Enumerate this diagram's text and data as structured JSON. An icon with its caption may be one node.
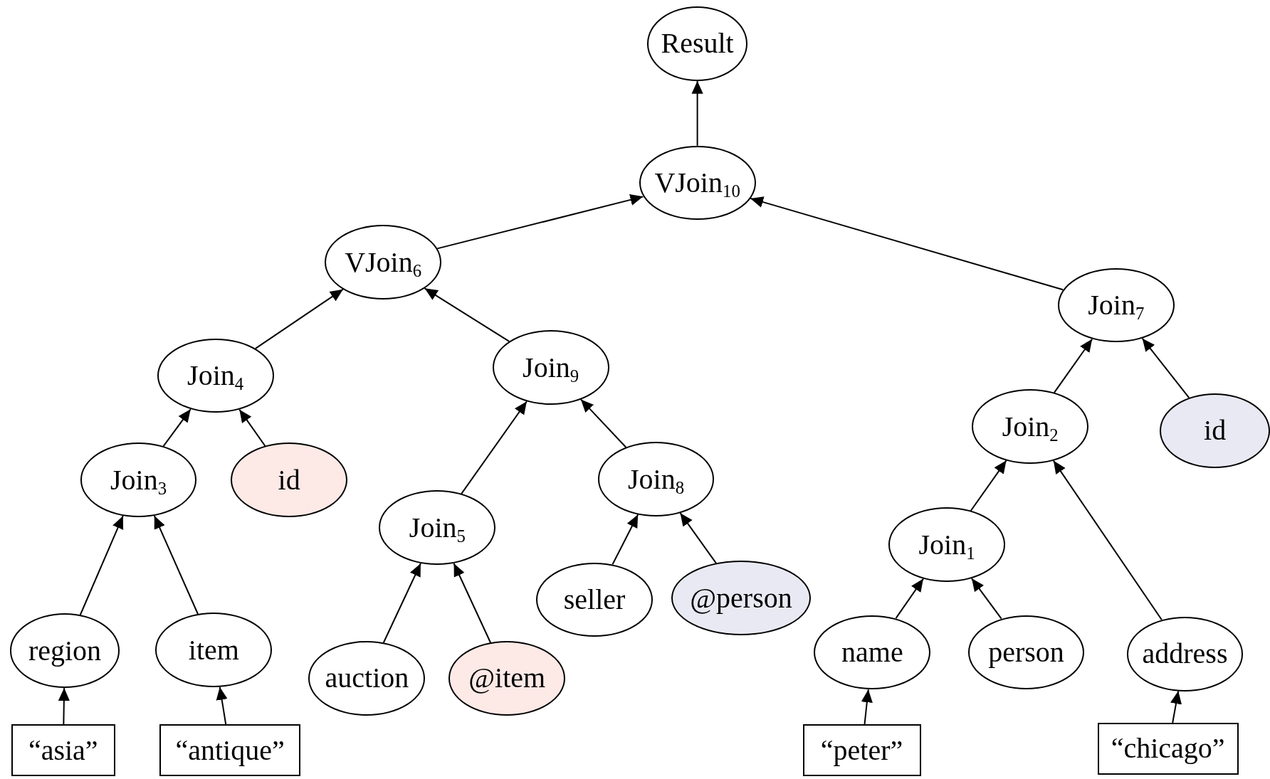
{
  "diagram": {
    "nodes": [
      {
        "text": [
          "Result"
        ]
      },
      {
        "text": [
          "VJoin$_{10}$"
        ]
      },
      {
        "text": [
          "VJoin$_{6}$"
        ]
      },
      {
        "text": [
          "Join$_{7}$"
        ]
      },
      {
        "text": [
          "Join$_{4}$"
        ]
      },
      {
        "text": [
          "Join$_{9}$"
        ]
      },
      {
        "text": [
          "Join$_{3}$"
        ]
      },
      {
        "text": [
          "id"
        ]
      },
      {
        "text": [
          "Join$_{5}$"
        ]
      },
      {
        "text": [
          "Join$_{8}$"
        ]
      },
      {
        "text": [
          "Join$_{2}$"
        ]
      },
      {
        "text": [
          "id"
        ]
      },
      {
        "text": [
          "Join$_{1}$"
        ]
      },
      {
        "text": [
          "region"
        ]
      },
      {
        "text": [
          "item"
        ]
      },
      {
        "text": [
          "auction"
        ]
      },
      {
        "text": [
          "@item"
        ]
      },
      {
        "text": [
          "seller"
        ]
      },
      {
        "text": [
          "@person"
        ]
      },
      {
        "text": [
          "name"
        ]
      },
      {
        "text": [
          "person"
        ]
      },
      {
        "text": [
          "address"
        ]
      },
      {
        "text": [
          "“asia”"
        ]
      },
      {
        "text": [
          "“antique”"
        ]
      },
      {
        "text": [
          "“peter”"
        ]
      },
      {
        "text": [
          "“chicago”"
        ]
      }
    ],
    "edges": [
      {
        "from": 1,
        "to": 0,
        "arrow": "to"
      },
      {
        "from": 2,
        "to": 1,
        "arrow": "to"
      },
      {
        "from": 3,
        "to": 1,
        "arrow": "to"
      },
      {
        "from": 4,
        "to": 2,
        "arrow": "to"
      },
      {
        "from": 5,
        "to": 2,
        "arrow": "to"
      },
      {
        "from": 6,
        "to": 4,
        "arrow": "to"
      },
      {
        "from": 7,
        "to": 4,
        "arrow": "to"
      },
      {
        "from": 8,
        "to": 5,
        "arrow": "to"
      },
      {
        "from": 9,
        "to": 5,
        "arrow": "to"
      },
      {
        "from": 10,
        "to": 3,
        "arrow": "to"
      },
      {
        "from": 11,
        "to": 3,
        "arrow": "to"
      },
      {
        "from": 13,
        "to": 6,
        "arrow": "to"
      },
      {
        "from": 14,
        "to": 6,
        "arrow": "to"
      },
      {
        "from": 15,
        "to": 8,
        "arrow": "to"
      },
      {
        "from": 16,
        "to": 8,
        "arrow": "to"
      },
      {
        "from": 17,
        "to": 9,
        "arrow": "to"
      },
      {
        "from": 18,
        "to": 9,
        "arrow": "to"
      },
      {
        "from": 12,
        "to": 10,
        "arrow": "to"
      },
      {
        "from": 21,
        "to": 10,
        "arrow": "to"
      },
      {
        "from": 19,
        "to": 12,
        "arrow": "to"
      },
      {
        "from": 20,
        "to": 12,
        "arrow": "to"
      },
      {
        "from": 22,
        "to": 13,
        "arrow": "to"
      },
      {
        "from": 23,
        "to": 14,
        "arrow": "to"
      },
      {
        "from": 24,
        "to": 19,
        "arrow": "to"
      },
      {
        "from": 25,
        "to": 21,
        "arrow": "to"
      }
    ]
  }
}
